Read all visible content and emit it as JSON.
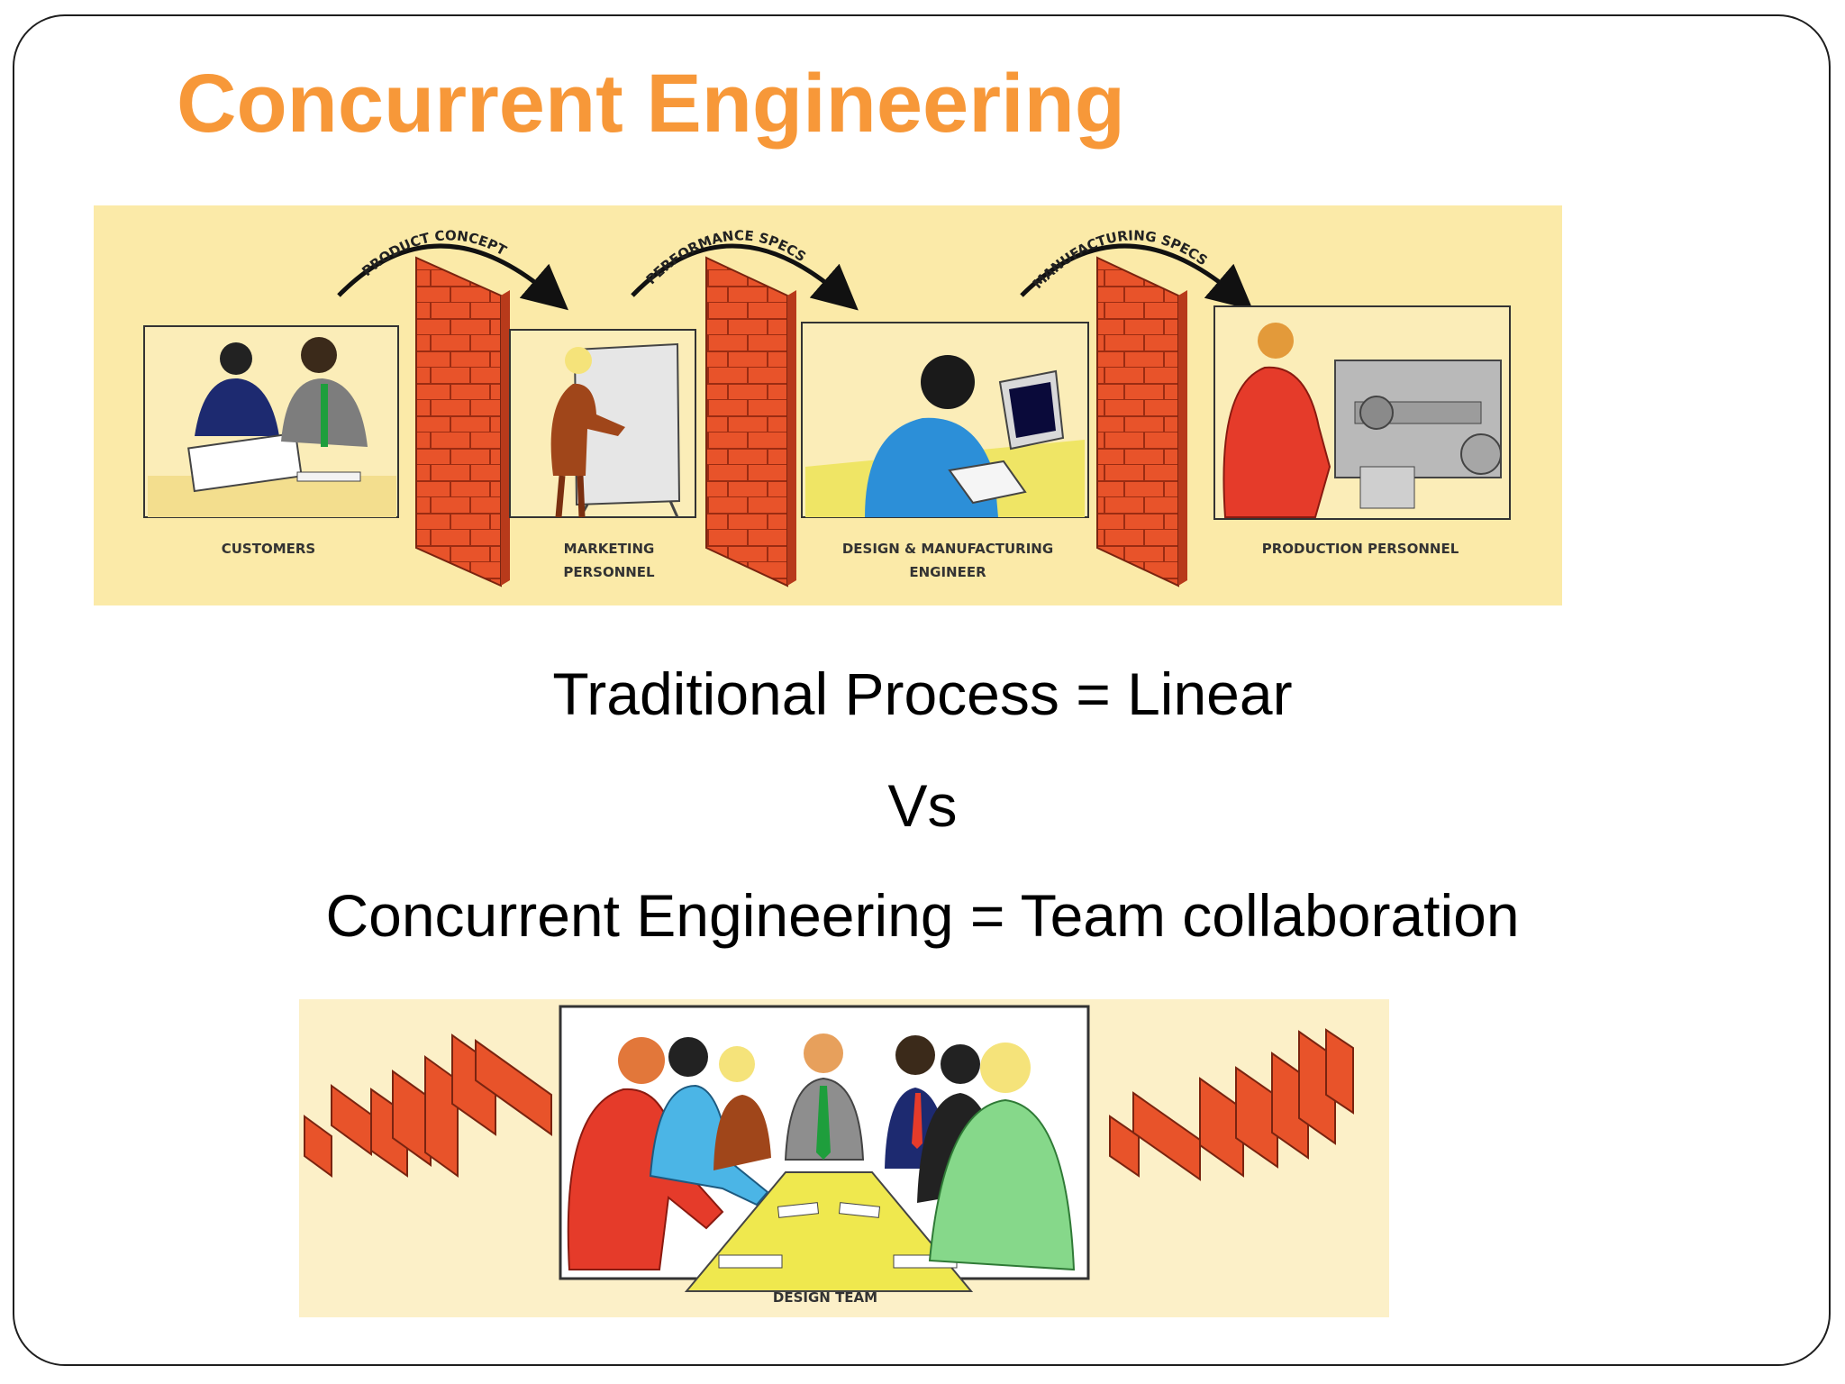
{
  "slide": {
    "title": "Concurrent Engineering",
    "top_illustration": {
      "arrows": [
        "PRODUCT CONCEPT",
        "PERFORMANCE SPECS",
        "MANUFACTURING SPECS"
      ],
      "stages": [
        {
          "line1": "CUSTOMERS",
          "line2": ""
        },
        {
          "line1": "MARKETING",
          "line2": "PERSONNEL"
        },
        {
          "line1": "DESIGN & MANUFACTURING",
          "line2": "ENGINEER"
        },
        {
          "line1": "PRODUCTION PERSONNEL",
          "line2": ""
        }
      ]
    },
    "lines": {
      "traditional": "Traditional Process = Linear",
      "vs": "Vs",
      "concurrent": "Concurrent Engineering = Team collaboration"
    },
    "bottom_illustration": {
      "caption": "DESIGN TEAM"
    }
  },
  "colors": {
    "title": "#F79839",
    "panel_background": "#FBEAA8",
    "brick": "#E8532A",
    "outline": "#3a3a3a"
  }
}
